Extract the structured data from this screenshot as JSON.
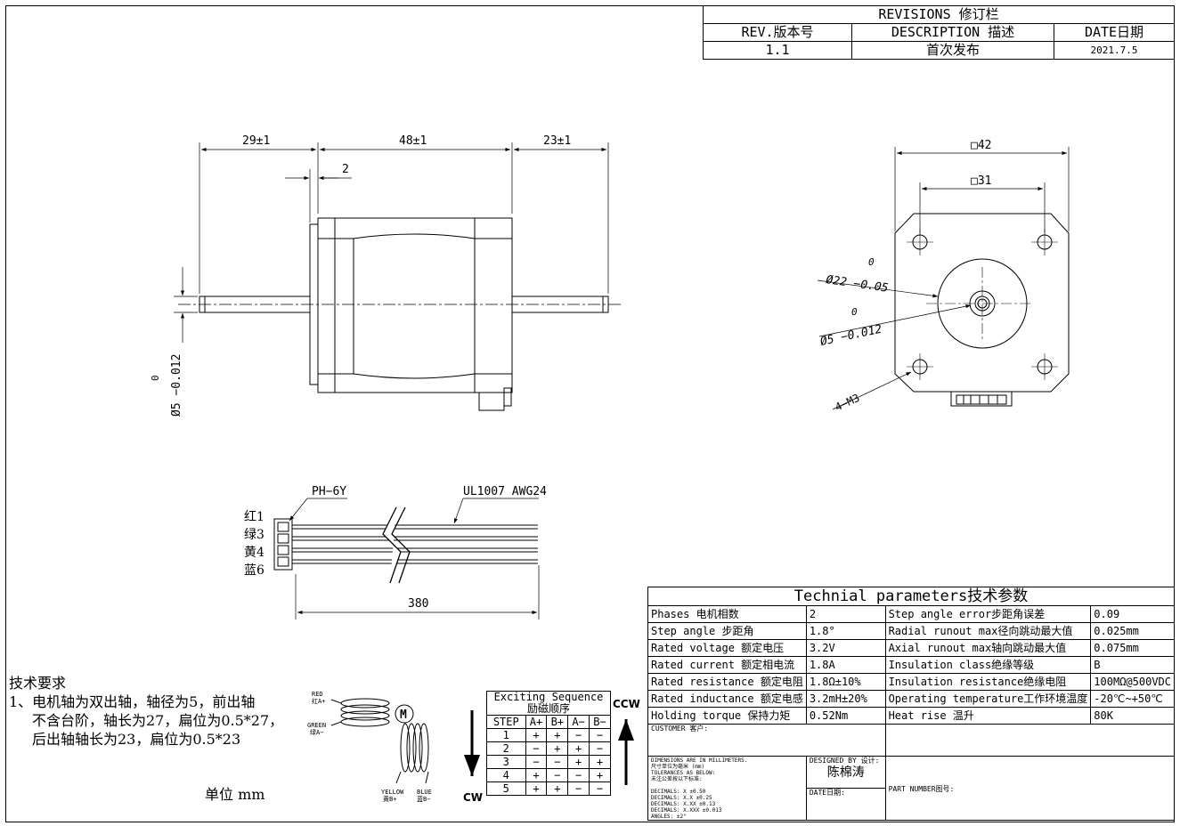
{
  "revisions": {
    "title": "REVISIONS 修订栏",
    "col_rev": "REV.版本号",
    "col_desc": "DESCRIPTION 描述",
    "col_date": "DATE日期",
    "rows": [
      {
        "rev": "1.1",
        "desc": "首次发布",
        "date": "2021.7.5"
      }
    ]
  },
  "dimensions": {
    "front_shaft": "29±1",
    "body": "48±1",
    "rear_shaft": "23±1",
    "flange": "2",
    "shaft_dia": "Ø5 −0.012",
    "shaft_tol_upper": "0",
    "square_outer": "□42",
    "square_inner": "□31",
    "boss_dia": "Ø22 −0.05",
    "boss_tol_upper": "0",
    "shaft_dia_front": "Ø5 −0.012",
    "shaft_front_tol_upper": "0",
    "holes": "4−M3",
    "lead_length": "380",
    "connector": "PH−6Y",
    "wire": "UL1007 AWG24"
  },
  "wires": [
    "红1",
    "绿3",
    "黄4",
    "蓝6"
  ],
  "notes": {
    "title": "技术要求",
    "lines": [
      "1、电机轴为双出轴，轴径为5，前出轴",
      "不含台阶，轴长为27，扁位为0.5*27，",
      "后出轴轴长为23，扁位为0.5*23"
    ],
    "unit": "单位 mm"
  },
  "wiring": {
    "red": "RED",
    "red_cn": "红A+",
    "green": "GREEN",
    "green_cn": "绿A−",
    "yellow": "YELLOW",
    "yellow_cn": "黄B+",
    "blue": "BLUE",
    "blue_cn": "蓝B−",
    "motor": "M"
  },
  "sequence": {
    "title": "Exciting Sequence",
    "title_cn": "励磁顺序",
    "header": [
      "STEP",
      "A+",
      "B+",
      "A−",
      "B−"
    ],
    "rows": [
      [
        "1",
        "+",
        "+",
        "−",
        "−"
      ],
      [
        "2",
        "−",
        "+",
        "+",
        "−"
      ],
      [
        "3",
        "−",
        "−",
        "+",
        "+"
      ],
      [
        "4",
        "+",
        "−",
        "−",
        "+"
      ],
      [
        "5",
        "+",
        "+",
        "−",
        "−"
      ]
    ],
    "ccw": "CCW",
    "cw": "CW"
  },
  "params": {
    "title": "Technial parameters技术参数",
    "rows": [
      [
        "Phases 电机相数",
        "2",
        "Step angle error步距角误差",
        "0.09"
      ],
      [
        "Step angle 步距角",
        "1.8°",
        "Radial runout max径向跳动最大值",
        "0.025mm"
      ],
      [
        "Rated voltage 额定电压",
        "3.2V",
        "Axial runout max轴向跳动最大值",
        "0.075mm"
      ],
      [
        "Rated current 额定相电流",
        "1.8A",
        "Insulation class绝缘等级",
        "B"
      ],
      [
        "Rated resistance 额定电阻",
        "1.8Ω±10%",
        "Insulation resistance绝缘电阻",
        "100MΩ@500VDC"
      ],
      [
        "Rated inductance 额定电感",
        "3.2mH±20%",
        "Operating temperature工作环境温度",
        "-20℃~+50℃"
      ],
      [
        "Holding torque 保持力矩",
        "0.52Nm",
        "Heat rise 温升",
        "80K"
      ]
    ],
    "customer": "CUSTOMER 客户:",
    "tolerance_lines": [
      "DIMENSIONS ARE IN MILLIMETERS.",
      "尺寸单位为毫米 (mm)",
      "TOLERANCES AS BELOW:",
      "未注公差按以下标准:"
    ],
    "decimal_lines": [
      "DECIMALS: X    ±0.50",
      "DECIMALS: X.X  ±0.25",
      "DECIMALS: X.XX ±0.13",
      "DECIMALS: X.XXX ±0.013",
      "ANGLES:  ±2°"
    ],
    "designed_by": "DESIGNED BY 设计:",
    "designer": "陈棉涛",
    "date_label": "DATE日期:",
    "part_number": "PART NUMBER图号:"
  }
}
